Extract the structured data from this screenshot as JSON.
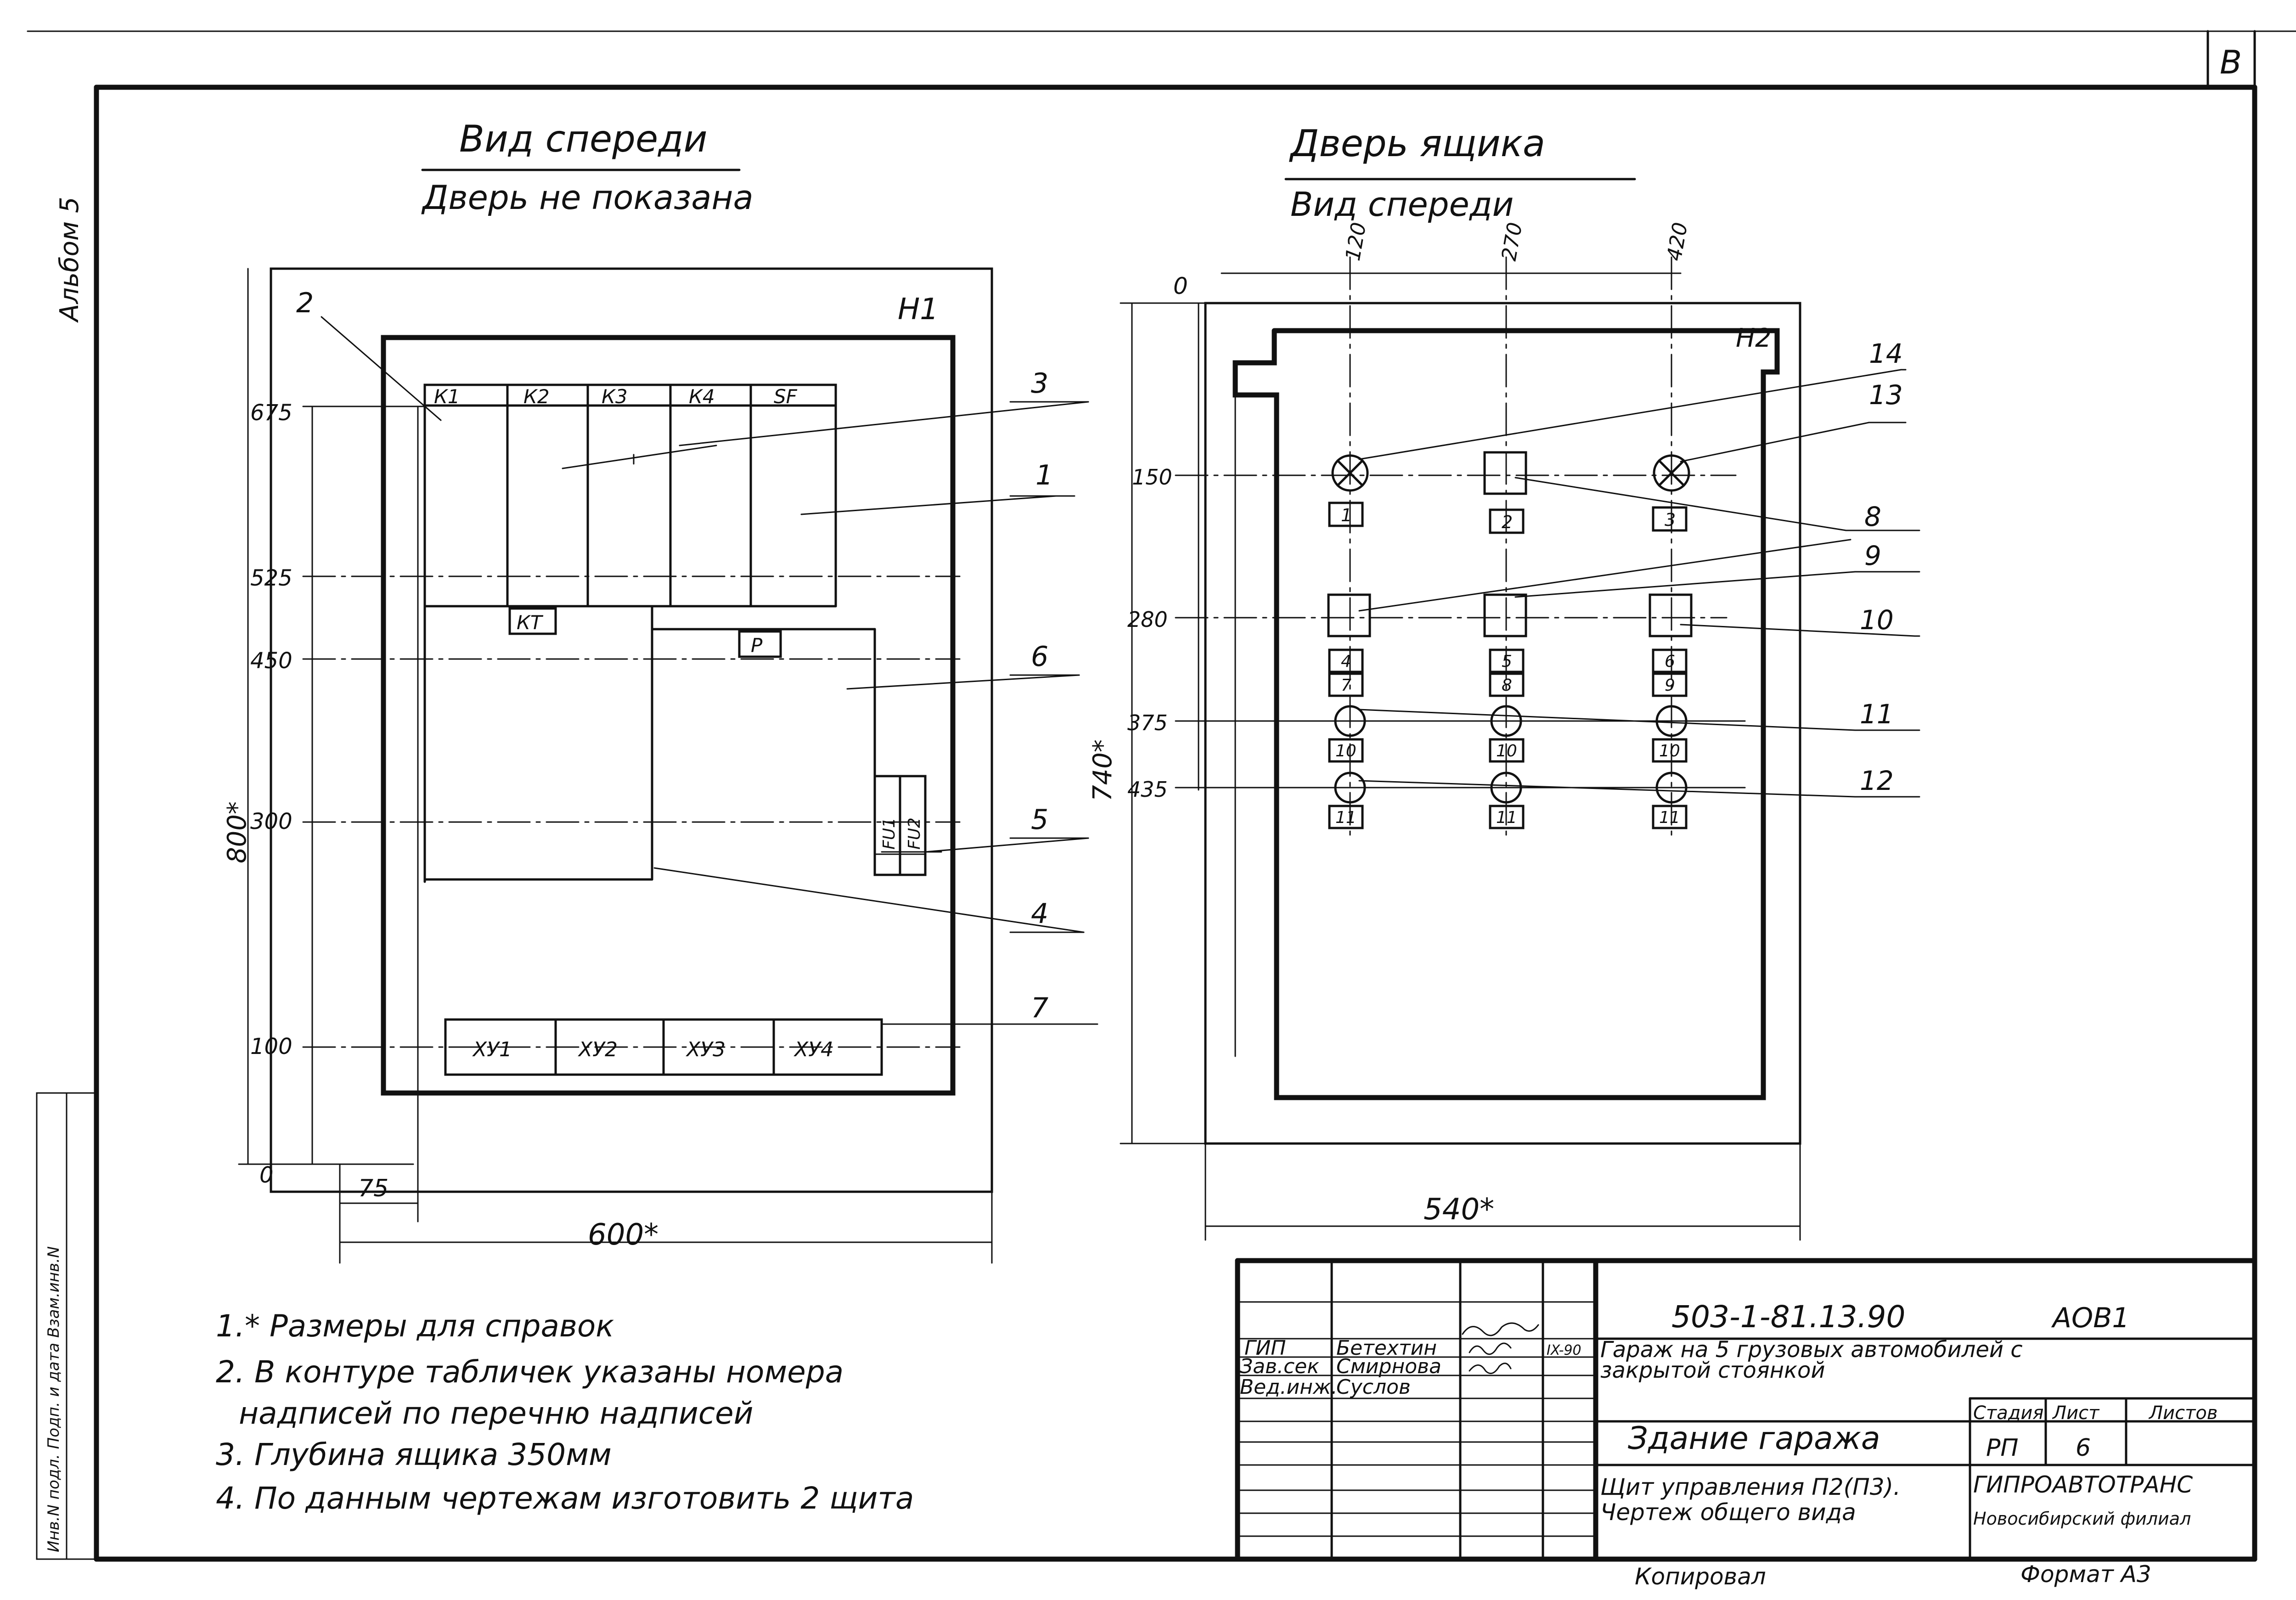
{
  "sheet": {
    "corner_letter": "В",
    "album": "Альбом 5"
  },
  "front_view": {
    "title": "Вид спереди",
    "subtitle": "Дверь не показана",
    "panel_label": "Н1",
    "device_labels": [
      "К1",
      "К2",
      "К3",
      "К4",
      "SF",
      "КТ",
      "Р",
      "FU1",
      "FU2"
    ],
    "terminal_labels": [
      "ХУ1",
      "ХУ2",
      "ХУ3",
      "ХУ4"
    ],
    "callouts": [
      "1",
      "2",
      "3",
      "4",
      "5",
      "6",
      "7"
    ],
    "vertical_dims": [
      "675",
      "525",
      "450",
      "300",
      "100",
      "0"
    ],
    "dim_left": "75",
    "dim_width": "600*",
    "dim_height": "800*"
  },
  "door_view": {
    "title": "Дверь ящика",
    "subtitle": "Вид спереди",
    "panel_label": "Н2",
    "column_dims": [
      "120",
      "270",
      "420"
    ],
    "row_dims": [
      "0",
      "150",
      "280",
      "375",
      "435"
    ],
    "plate_col1": [
      "1",
      "4",
      "7",
      "10",
      "11"
    ],
    "plate_col2": [
      "2",
      "5",
      "8",
      "10",
      "11"
    ],
    "plate_col3": [
      "3",
      "6",
      "9",
      "10",
      "11"
    ],
    "callouts": [
      "14",
      "13",
      "8",
      "9",
      "10",
      "11",
      "12"
    ],
    "dim_height": "740*",
    "dim_width": "540*"
  },
  "notes": [
    "1.* Размеры для справок",
    "2. В контуре табличек указаны номера",
    "надписей по перечню надписей",
    "3. Глубина ящика 350мм",
    "4. По данным чертежам изготовить 2 щита"
  ],
  "title_block": {
    "roles": [
      "ГИП",
      "Зав.сек",
      "Вед.инж."
    ],
    "names": [
      "Бетехтин",
      "Смирнова",
      "Суслов"
    ],
    "date": "IX-90",
    "doc_code": "503-1-81.13.90",
    "sheet_code": "АОВ1",
    "project": "Гараж на 5 грузовых автомобилей с",
    "project_2": "закрытой стоянкой",
    "building": "Здание гаража",
    "stage_hdr": "Стадия",
    "sheet_hdr": "Лист",
    "sheets_hdr": "Листов",
    "stage": "РП",
    "sheet": "6",
    "drawing_1": "Щит управления П2(П3).",
    "drawing_2": "Чертеж общего вида",
    "org_1": "ГИПРОАВТОТРАНС",
    "org_2": "Новосибирский филиал",
    "copied": "Копировал",
    "format": "Формат А3"
  },
  "side_stamp": "Инв.N подл. Подп. и дата Взам.инв.N"
}
